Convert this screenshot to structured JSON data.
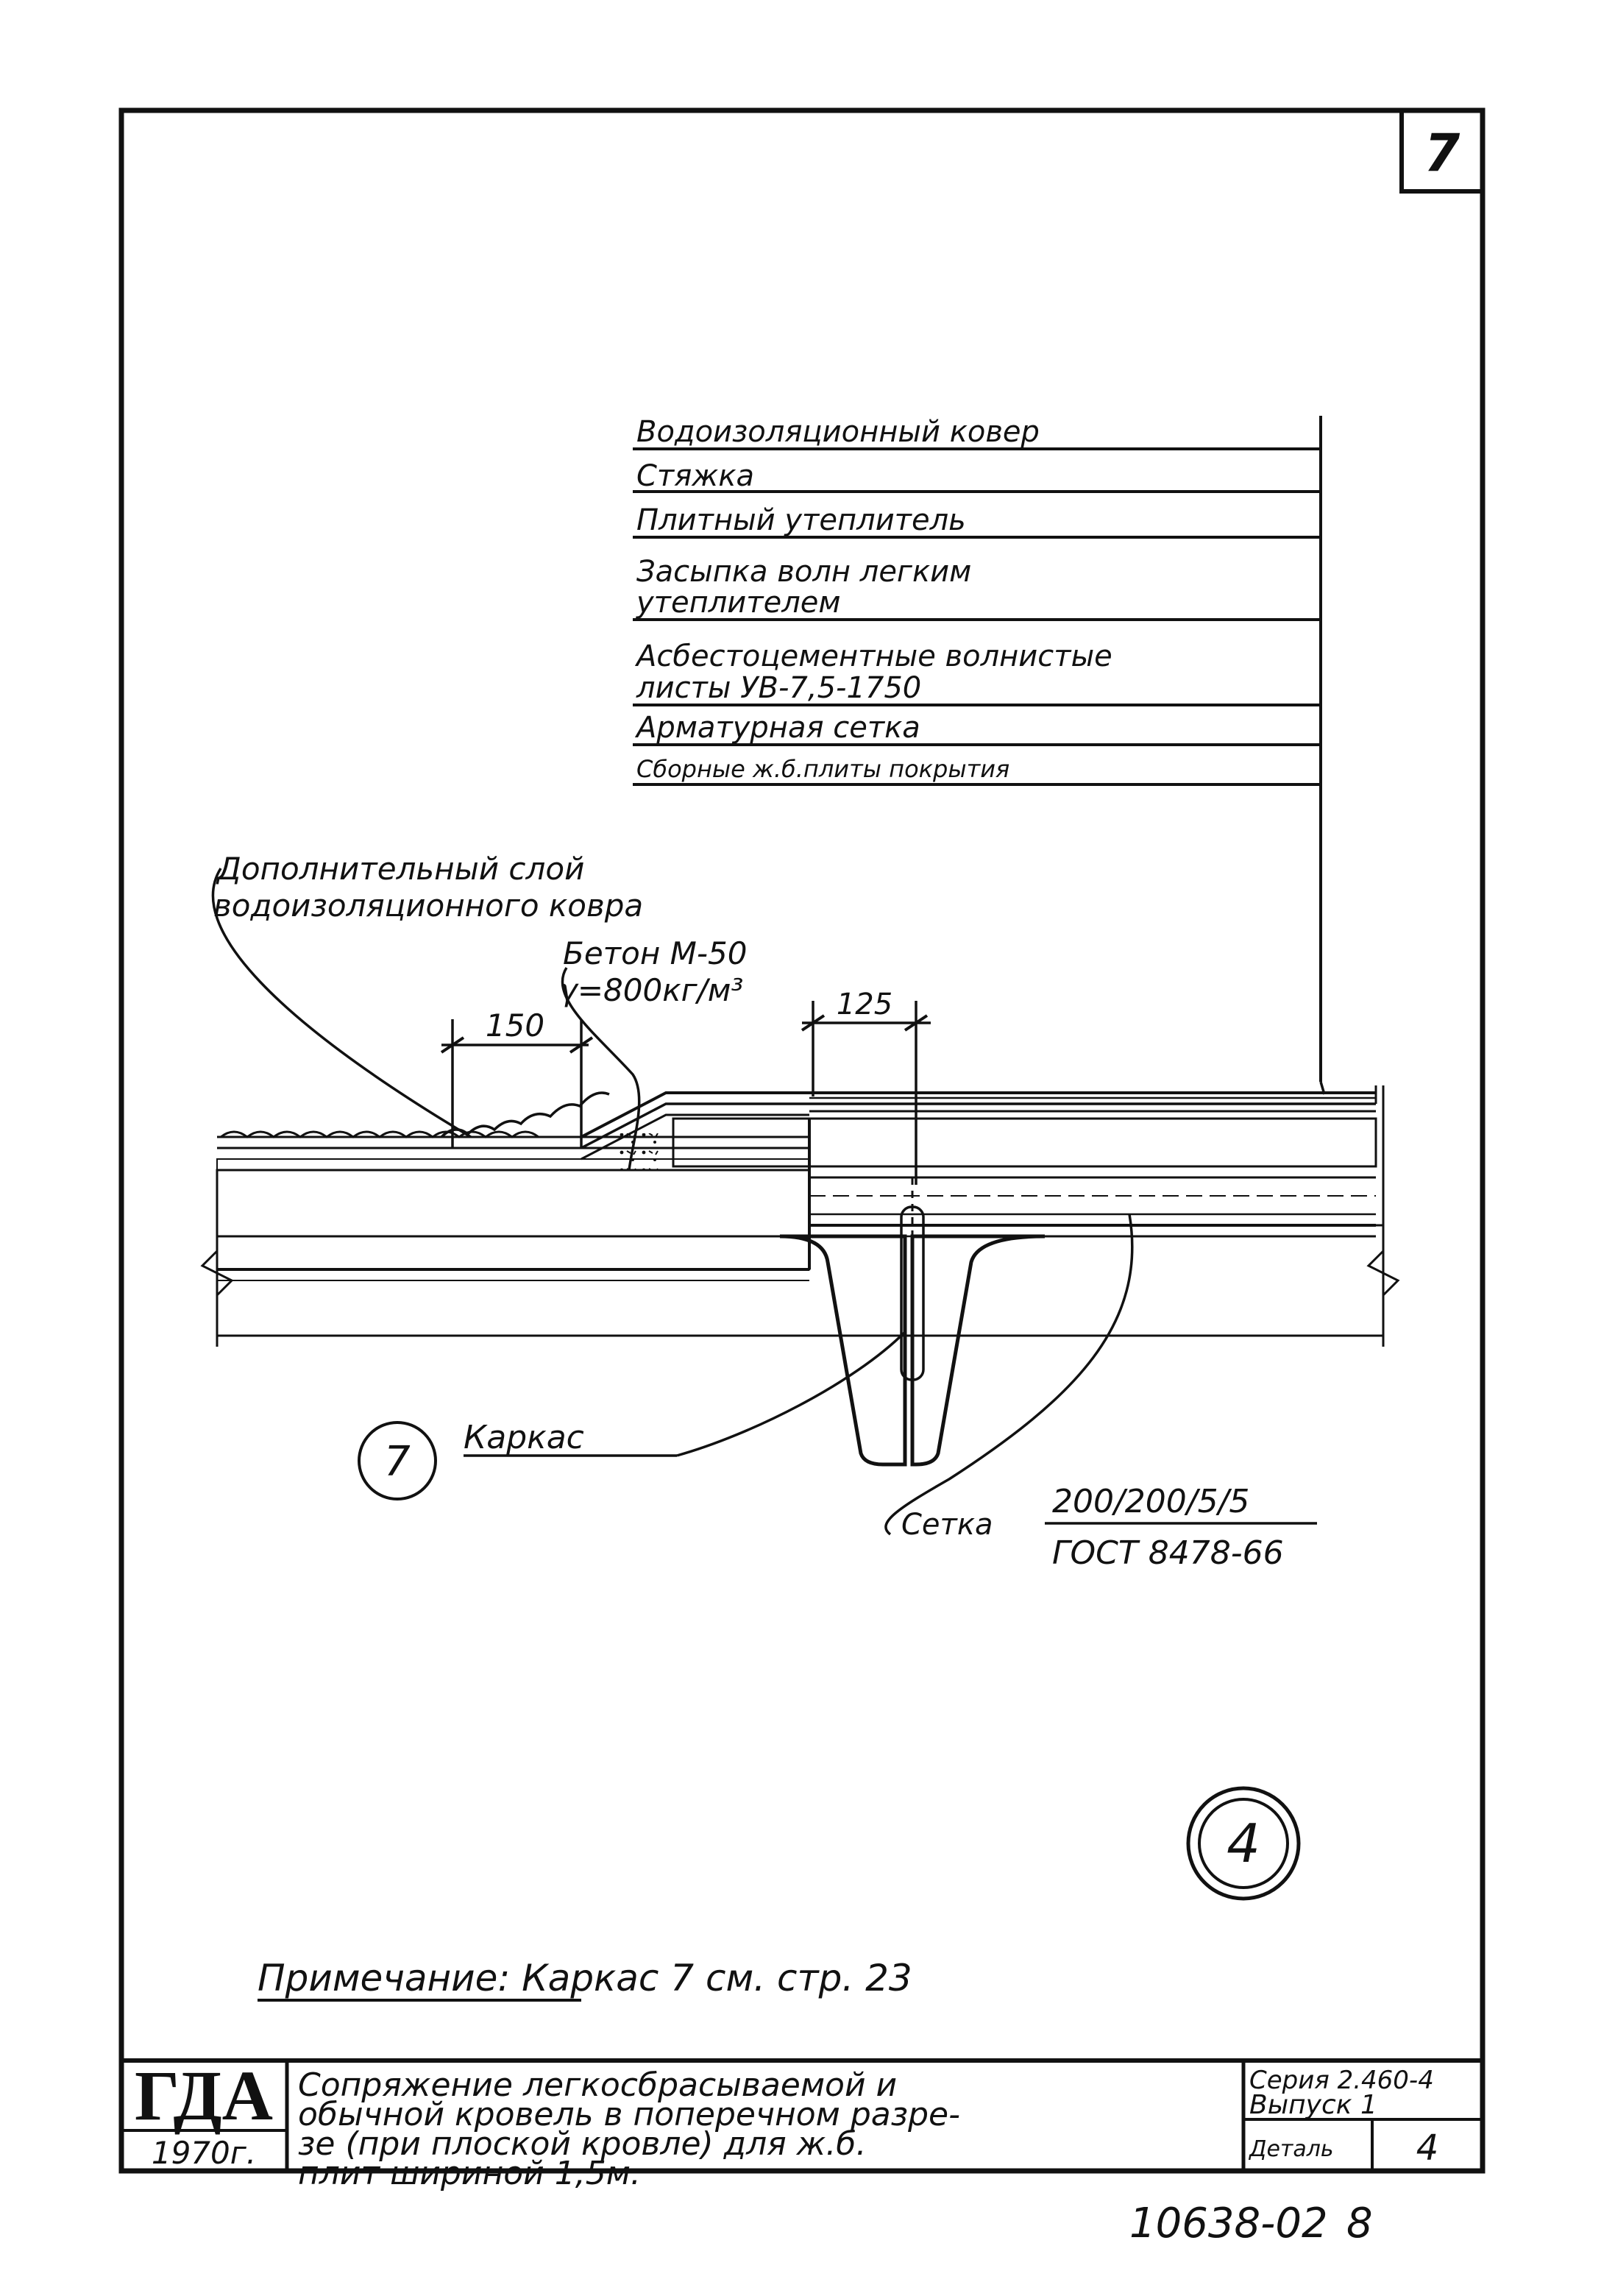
{
  "sheet_number": "7",
  "layers": [
    "Водоизоляционный ковер",
    "Стяжка",
    "Плитный утеплитель",
    "Засыпка волн легким",
    "утеплителем",
    "Асбестоцементные волнистые",
    "листы УВ-7,5-1750",
    "Арматурная сетка",
    "Сборные ж.б.плиты покрытия"
  ],
  "callouts": {
    "extra_layer_1": "Дополнительный слой",
    "extra_layer_2": "водоизоляционного ковра",
    "concrete_1": "Бетон М-50",
    "concrete_2": "γ=800кг/м³",
    "dim_left": "150",
    "dim_right": "125",
    "frame_marker": "7",
    "frame_label": "Каркас",
    "mesh_label": "Сетка",
    "mesh_spec_top": "200/200/5/5",
    "mesh_spec_bottom": "ГОСТ 8478-66"
  },
  "detail_marker": "4",
  "note": "Примечание: Каркас 7 см. стр. 23",
  "title_block": {
    "logo": "ГДА",
    "year": "1970г.",
    "title_line_1": "Сопряжение легкосбрасываемой и",
    "title_line_2": "обычной кровель в поперечном разре-",
    "title_line_3": "зе (при плоской кровле) для ж.б.",
    "title_line_4": "плит шириной 1,5м.",
    "series": "Серия 2.460-4",
    "issue": "Выпуск 1",
    "detail_label": "Деталь",
    "detail_value": "4"
  },
  "archive_number": "10638-02",
  "page_number": "8"
}
